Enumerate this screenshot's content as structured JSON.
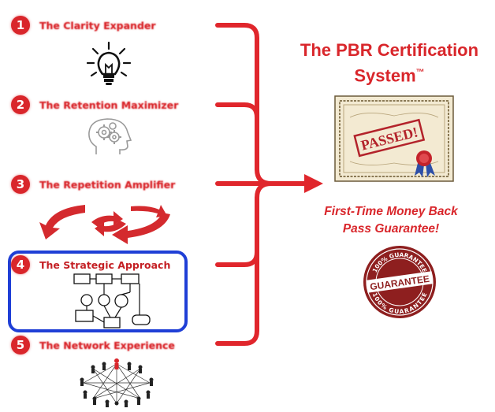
{
  "steps": [
    {
      "number": "1",
      "label": "The Clarity Expander"
    },
    {
      "number": "2",
      "label": "The Retention Maximizer"
    },
    {
      "number": "3",
      "label": "The Repetition Amplifier"
    },
    {
      "number": "4",
      "label": "The Strategic Approach"
    },
    {
      "number": "5",
      "label": "The Network Experience"
    }
  ],
  "active_step": 4,
  "certification": {
    "title_line1": "The PBR Certification",
    "title_line2": "System",
    "trademark": "™",
    "certificate_stamp": "PASSED!"
  },
  "guarantee": {
    "line1": "First-Time Money Back",
    "line2": "Pass Guarantee!",
    "seal_center": "GUARANTEE",
    "seal_top": "100% GUARANTEE",
    "seal_bottom": "100% GUARANTEE"
  },
  "colors": {
    "brand_red": "#d9262b",
    "highlight_blue": "#1f3fd6"
  },
  "icons": [
    "lightbulb-icon",
    "head-gears-icon",
    "circular-arrows-icon",
    "flowchart-icon",
    "network-people-icon",
    "certificate-icon",
    "guarantee-seal-icon",
    "arrow-right-icon"
  ]
}
